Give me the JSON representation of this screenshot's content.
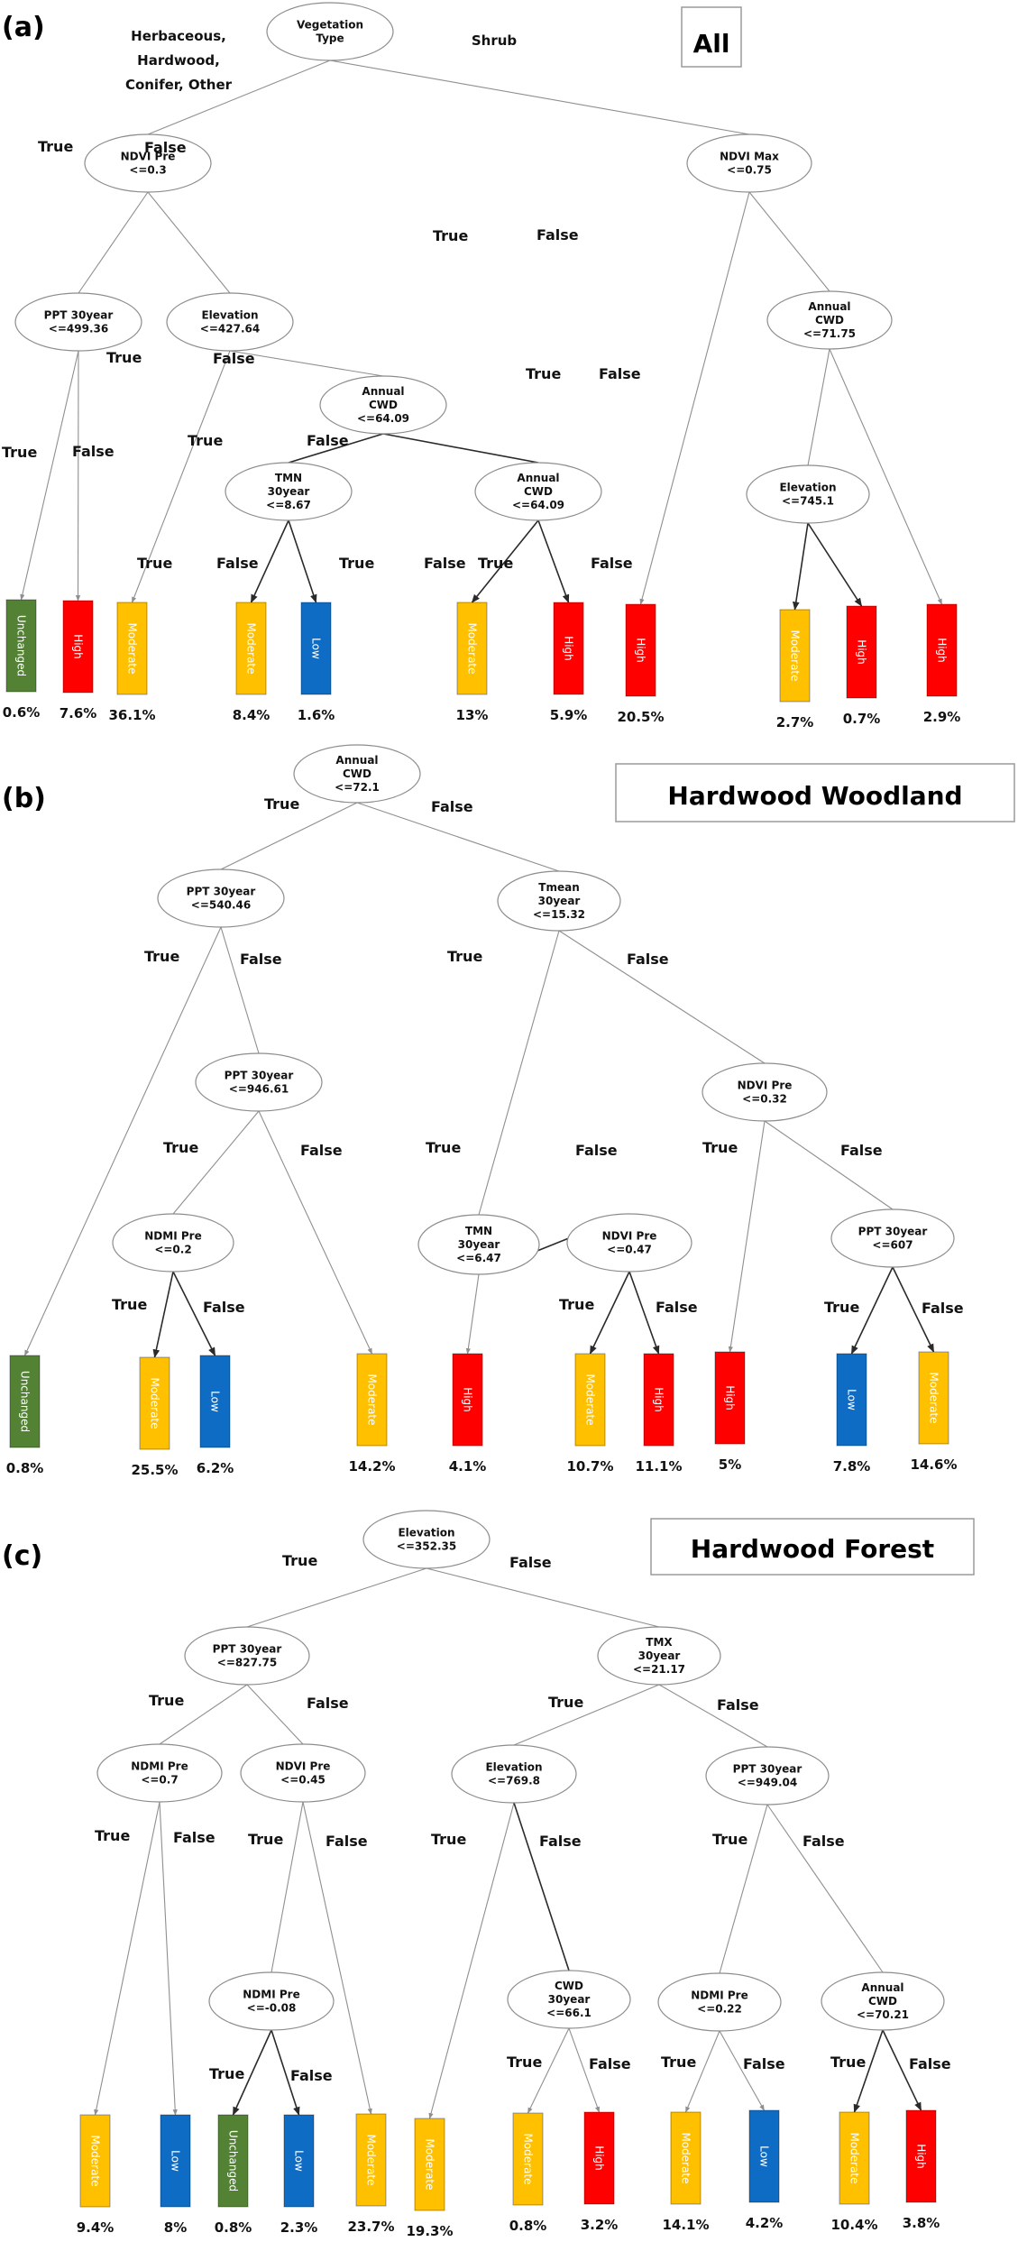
{
  "legend": {
    "classes": [
      {
        "name": "Unchanged",
        "color": "#548235"
      },
      {
        "name": "Low",
        "color": "#0f6cc4"
      },
      {
        "name": "Moderate",
        "color": "#ffc000"
      },
      {
        "name": "High",
        "color": "#ff0000"
      }
    ]
  },
  "panels": [
    {
      "panel_label": "(a)",
      "title": "All",
      "root_branch_labels": {
        "left": "Herbaceous,\nHardwood,\nConifer, Other",
        "right": "Shrub"
      },
      "nodes": [
        {
          "id": "a_root",
          "text": [
            "Vegetation",
            "Type"
          ]
        },
        {
          "id": "a_n1",
          "text": [
            "NDVI Pre",
            "<=0.3"
          ]
        },
        {
          "id": "a_n2",
          "text": [
            "NDVI Max",
            "<=0.75"
          ]
        },
        {
          "id": "a_n3",
          "text": [
            "PPT 30year",
            "<=499.36"
          ]
        },
        {
          "id": "a_n4",
          "text": [
            "Elevation",
            "<=427.64"
          ]
        },
        {
          "id": "a_n5",
          "text": [
            "Annual",
            "CWD",
            "<=64.09"
          ]
        },
        {
          "id": "a_n6",
          "text": [
            "TMN",
            "30year",
            "<=8.67"
          ]
        },
        {
          "id": "a_n7",
          "text": [
            "Annual",
            "CWD",
            "<=64.09"
          ]
        },
        {
          "id": "a_n8",
          "text": [
            "Annual",
            "CWD",
            "<=71.75"
          ]
        },
        {
          "id": "a_n9",
          "text": [
            "Elevation",
            "<=745.1"
          ]
        }
      ],
      "leaves": [
        {
          "id": "a_l1",
          "class": "Unchanged",
          "percent": "0.6%"
        },
        {
          "id": "a_l2",
          "class": "High",
          "percent": "7.6%"
        },
        {
          "id": "a_l3",
          "class": "Moderate",
          "percent": "36.1%"
        },
        {
          "id": "a_l4",
          "class": "Moderate",
          "percent": "8.4%"
        },
        {
          "id": "a_l5",
          "class": "Low",
          "percent": "1.6%"
        },
        {
          "id": "a_l6",
          "class": "Moderate",
          "percent": "13%"
        },
        {
          "id": "a_l7",
          "class": "High",
          "percent": "5.9%"
        },
        {
          "id": "a_l8",
          "class": "High",
          "percent": "20.5%"
        },
        {
          "id": "a_l9",
          "class": "Moderate",
          "percent": "2.7%"
        },
        {
          "id": "a_l10",
          "class": "High",
          "percent": "0.7%"
        },
        {
          "id": "a_l11",
          "class": "High",
          "percent": "2.9%"
        }
      ],
      "edges": [
        {
          "from": "a_root",
          "to": "a_n1",
          "label": ""
        },
        {
          "from": "a_root",
          "to": "a_n2",
          "label": ""
        },
        {
          "from": "a_n1",
          "to": "a_n3",
          "label": "True"
        },
        {
          "from": "a_n1",
          "to": "a_n4",
          "label": "False"
        },
        {
          "from": "a_n3",
          "to": "a_l1",
          "label": "True"
        },
        {
          "from": "a_n3",
          "to": "a_l2",
          "label": "False"
        },
        {
          "from": "a_n4",
          "to": "a_l3",
          "label": "True"
        },
        {
          "from": "a_n4",
          "to": "a_n5",
          "label": "False"
        },
        {
          "from": "a_n5",
          "to": "a_n6",
          "label": "True"
        },
        {
          "from": "a_n5",
          "to": "a_n7",
          "label": "False"
        },
        {
          "from": "a_n6",
          "to": "a_l4",
          "label": "True"
        },
        {
          "from": "a_n6",
          "to": "a_l5",
          "label": "False"
        },
        {
          "from": "a_n7",
          "to": "a_l6",
          "label": "True"
        },
        {
          "from": "a_n7",
          "to": "a_l7",
          "label": "False"
        },
        {
          "from": "a_n2",
          "to": "a_l8",
          "label": "True"
        },
        {
          "from": "a_n2",
          "to": "a_n8",
          "label": "False"
        },
        {
          "from": "a_n8",
          "to": "a_n9",
          "label": "True"
        },
        {
          "from": "a_n8",
          "to": "a_l11",
          "label": "False"
        },
        {
          "from": "a_n9",
          "to": "a_l9",
          "label": "True"
        },
        {
          "from": "a_n9",
          "to": "a_l10",
          "label": "False"
        }
      ]
    },
    {
      "panel_label": "(b)",
      "title": "Hardwood Woodland",
      "nodes": [
        {
          "id": "b_root",
          "text": [
            "Annual",
            "CWD",
            "<=72.1"
          ]
        },
        {
          "id": "b_n1",
          "text": [
            "PPT 30year",
            "<=540.46"
          ]
        },
        {
          "id": "b_n2",
          "text": [
            "Tmean",
            "30year",
            "<=15.32"
          ]
        },
        {
          "id": "b_n3",
          "text": [
            "PPT 30year",
            "<=946.61"
          ]
        },
        {
          "id": "b_n4",
          "text": [
            "NDMI Pre",
            "<=0.2"
          ]
        },
        {
          "id": "b_n5",
          "text": [
            "TMN",
            "30year",
            "<=6.47"
          ]
        },
        {
          "id": "b_n6",
          "text": [
            "NDVI Pre",
            "<=0.32"
          ]
        },
        {
          "id": "b_n7",
          "text": [
            "NDVI Pre",
            "<=0.47"
          ]
        },
        {
          "id": "b_n8",
          "text": [
            "PPT 30year",
            "<=607"
          ]
        }
      ],
      "leaves": [
        {
          "id": "b_l1",
          "class": "Unchanged",
          "percent": "0.8%"
        },
        {
          "id": "b_l2",
          "class": "Moderate",
          "percent": "25.5%"
        },
        {
          "id": "b_l3",
          "class": "Low",
          "percent": "6.2%"
        },
        {
          "id": "b_l4",
          "class": "Moderate",
          "percent": "14.2%"
        },
        {
          "id": "b_l5",
          "class": "High",
          "percent": "4.1%"
        },
        {
          "id": "b_l6",
          "class": "Moderate",
          "percent": "10.7%"
        },
        {
          "id": "b_l7",
          "class": "High",
          "percent": "11.1%"
        },
        {
          "id": "b_l8",
          "class": "High",
          "percent": "5%"
        },
        {
          "id": "b_l9",
          "class": "Low",
          "percent": "7.8%"
        },
        {
          "id": "b_l10",
          "class": "Moderate",
          "percent": "14.6%"
        }
      ],
      "edges": [
        {
          "from": "b_root",
          "to": "b_n1",
          "label": "True"
        },
        {
          "from": "b_root",
          "to": "b_n2",
          "label": "False"
        },
        {
          "from": "b_n1",
          "to": "b_l1",
          "label": "True"
        },
        {
          "from": "b_n1",
          "to": "b_n3",
          "label": "False"
        },
        {
          "from": "b_n3",
          "to": "b_n4",
          "label": "True"
        },
        {
          "from": "b_n3",
          "to": "b_l4",
          "label": "False"
        },
        {
          "from": "b_n4",
          "to": "b_l2",
          "label": "True"
        },
        {
          "from": "b_n4",
          "to": "b_l3",
          "label": "False"
        },
        {
          "from": "b_n2",
          "to": "b_n5",
          "label": "True"
        },
        {
          "from": "b_n2",
          "to": "b_n6",
          "label": "False"
        },
        {
          "from": "b_n5",
          "to": "b_l5",
          "label": "True"
        },
        {
          "from": "b_n5",
          "to": "b_n7",
          "label": "False"
        },
        {
          "from": "b_n7",
          "to": "b_l6",
          "label": "True"
        },
        {
          "from": "b_n7",
          "to": "b_l7",
          "label": "False"
        },
        {
          "from": "b_n6",
          "to": "b_l8",
          "label": "True"
        },
        {
          "from": "b_n6",
          "to": "b_n8",
          "label": "False"
        },
        {
          "from": "b_n8",
          "to": "b_l9",
          "label": "True"
        },
        {
          "from": "b_n8",
          "to": "b_l10",
          "label": "False"
        }
      ]
    },
    {
      "panel_label": "(c)",
      "title": "Hardwood Forest",
      "nodes": [
        {
          "id": "c_root",
          "text": [
            "Elevation",
            "<=352.35"
          ]
        },
        {
          "id": "c_n1",
          "text": [
            "PPT 30year",
            "<=827.75"
          ]
        },
        {
          "id": "c_n2",
          "text": [
            "TMX",
            "30year",
            "<=21.17"
          ]
        },
        {
          "id": "c_n3",
          "text": [
            "NDMI Pre",
            "<=0.7"
          ]
        },
        {
          "id": "c_n4",
          "text": [
            "NDVI Pre",
            "<=0.45"
          ]
        },
        {
          "id": "c_n5",
          "text": [
            "NDMI Pre",
            "<=-0.08"
          ]
        },
        {
          "id": "c_n6",
          "text": [
            "Elevation",
            "<=769.8"
          ]
        },
        {
          "id": "c_n7",
          "text": [
            "CWD",
            "30year",
            "<=66.1"
          ]
        },
        {
          "id": "c_n8",
          "text": [
            "PPT 30year",
            "<=949.04"
          ]
        },
        {
          "id": "c_n9",
          "text": [
            "NDMI Pre",
            "<=0.22"
          ]
        },
        {
          "id": "c_n10",
          "text": [
            "Annual",
            "CWD",
            "<=70.21"
          ]
        }
      ],
      "leaves": [
        {
          "id": "c_l1",
          "class": "Moderate",
          "percent": "9.4%"
        },
        {
          "id": "c_l2",
          "class": "Low",
          "percent": "8%"
        },
        {
          "id": "c_l3",
          "class": "Unchanged",
          "percent": "0.8%"
        },
        {
          "id": "c_l4",
          "class": "Low",
          "percent": "2.3%"
        },
        {
          "id": "c_l5",
          "class": "Moderate",
          "percent": "23.7%"
        },
        {
          "id": "c_l6",
          "class": "Moderate",
          "percent": "19.3%"
        },
        {
          "id": "c_l7",
          "class": "Moderate",
          "percent": "0.8%"
        },
        {
          "id": "c_l8",
          "class": "High",
          "percent": "3.2%"
        },
        {
          "id": "c_l9",
          "class": "Moderate",
          "percent": "14.1%"
        },
        {
          "id": "c_l10",
          "class": "Low",
          "percent": "4.2%"
        },
        {
          "id": "c_l11",
          "class": "Moderate",
          "percent": "10.4%"
        },
        {
          "id": "c_l12",
          "class": "High",
          "percent": "3.8%"
        }
      ],
      "edges": [
        {
          "from": "c_root",
          "to": "c_n1",
          "label": "True"
        },
        {
          "from": "c_root",
          "to": "c_n2",
          "label": "False"
        },
        {
          "from": "c_n1",
          "to": "c_n3",
          "label": "True"
        },
        {
          "from": "c_n1",
          "to": "c_n4",
          "label": "False"
        },
        {
          "from": "c_n3",
          "to": "c_l1",
          "label": "True"
        },
        {
          "from": "c_n3",
          "to": "c_l2",
          "label": "False"
        },
        {
          "from": "c_n4",
          "to": "c_n5",
          "label": "True"
        },
        {
          "from": "c_n4",
          "to": "c_l5",
          "label": "False"
        },
        {
          "from": "c_n5",
          "to": "c_l3",
          "label": "True"
        },
        {
          "from": "c_n5",
          "to": "c_l4",
          "label": "False"
        },
        {
          "from": "c_n2",
          "to": "c_n6",
          "label": "True"
        },
        {
          "from": "c_n2",
          "to": "c_n8",
          "label": "False"
        },
        {
          "from": "c_n6",
          "to": "c_l6",
          "label": "True"
        },
        {
          "from": "c_n6",
          "to": "c_n7",
          "label": "False"
        },
        {
          "from": "c_n7",
          "to": "c_l7",
          "label": "True"
        },
        {
          "from": "c_n7",
          "to": "c_l8",
          "label": "False"
        },
        {
          "from": "c_n8",
          "to": "c_n9",
          "label": "True"
        },
        {
          "from": "c_n8",
          "to": "c_n10",
          "label": "False"
        },
        {
          "from": "c_n9",
          "to": "c_l9",
          "label": "True"
        },
        {
          "from": "c_n9",
          "to": "c_l10",
          "label": "False"
        },
        {
          "from": "c_n10",
          "to": "c_l11",
          "label": "True"
        },
        {
          "from": "c_n10",
          "to": "c_l12",
          "label": "False"
        }
      ]
    }
  ]
}
